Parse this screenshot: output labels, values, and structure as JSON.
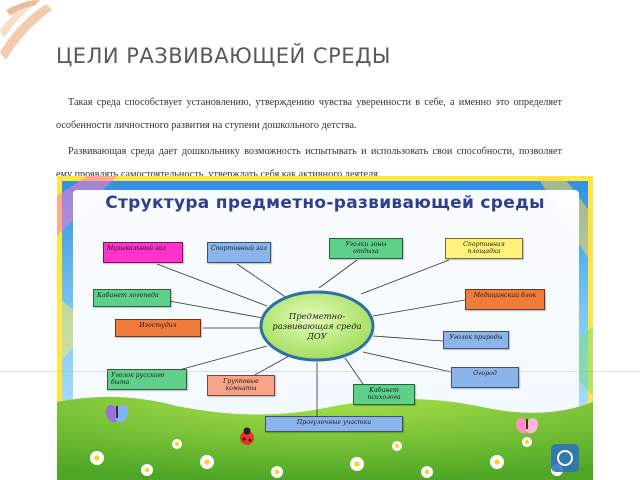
{
  "slide": {
    "title": "ЦЕЛИ РАЗВИВАЮЩЕЙ СРЕДЫ",
    "paragraphs": [
      "Такая среда способствует установлению, утверждению чувства уверенности в себе, а именно это определяет особенности личностного развития на ступени дошкольного детства.",
      "Развивающая среда дает дошкольнику возможность испытывать и использовать свои способности, позволяет ему проявлять самостоятельность, утверждать себя как активного деятеля."
    ]
  },
  "diagram": {
    "title": "Структура предметно-развивающей среды",
    "center": "Предметно-развивающая среда ДОУ",
    "nodes": [
      "Музыкальный зал",
      "Спортивный зал",
      "Уголки зоны отдыха",
      "Спортивная площадка",
      "Кабинет логопеда",
      "Медицинский блок",
      "Изостудия",
      "Уголок природы",
      "Уголок русского быта",
      "Групповые комнаты",
      "Кабинет психолога",
      "Огород",
      "Прогулочные участки"
    ],
    "colors": {
      "pink": "#ff33cc",
      "blue": "#8ab4ec",
      "green": "#5fd08a",
      "yellow": "#fff27a",
      "orange": "#f07c3c",
      "salmon": "#f7a488",
      "center_fill": "#b9ec7a",
      "center_stroke": "#2f6ea8",
      "sky": "#49a6e6",
      "frame": "#ffe640",
      "grass": "#7cc935"
    }
  }
}
